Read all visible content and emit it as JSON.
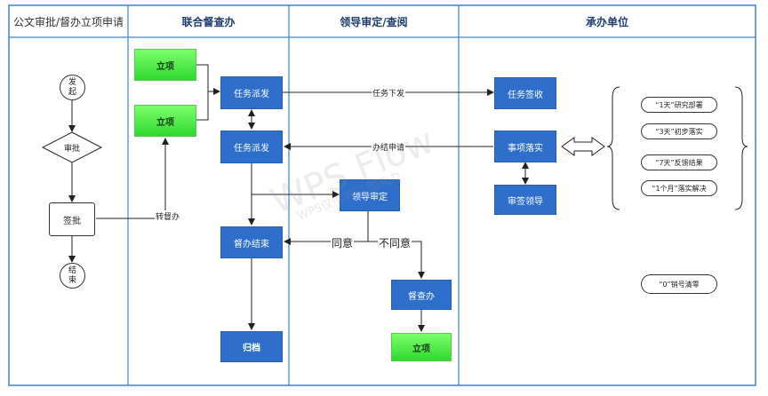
{
  "lanes": [
    "公文审批/督办立项申请",
    "联合督查办",
    "领导审定/查阅",
    "承办单位"
  ],
  "start_circle": "发起",
  "decision": "审批",
  "sign_box": "签批",
  "end_circle": "结束",
  "transfer_label": "转督办",
  "green_boxes": {
    "g1": "立项",
    "g2": "立项",
    "g3": "立项"
  },
  "blue_boxes": {
    "dispatch1": "任务派发",
    "dispatch2": "任务派发",
    "supervise_end": "督办结束",
    "archive": "归档",
    "leader_review": "领导审定",
    "supervise": "督查办",
    "receive": "任务签收",
    "implement": "事项落实",
    "sign_leader": "审签领导"
  },
  "edge_labels": {
    "task_issue": "任务下发",
    "closing_apply": "办结申请",
    "agree": "同意",
    "disagree": "不同意"
  },
  "timeline_pills": [
    "“1天”研究部署",
    "“3天”初步落实",
    "“7天”反馈结果",
    "“1个月”落实解决"
  ],
  "zero_pill": "“0”销号清零",
  "watermark": {
    "main": "WPS Flow",
    "sub": "WPS仅供学习 图能力"
  },
  "colors": {
    "blue": "#2e6fcb",
    "green": "#3ee83a",
    "lane_border": "#3b82d6"
  }
}
